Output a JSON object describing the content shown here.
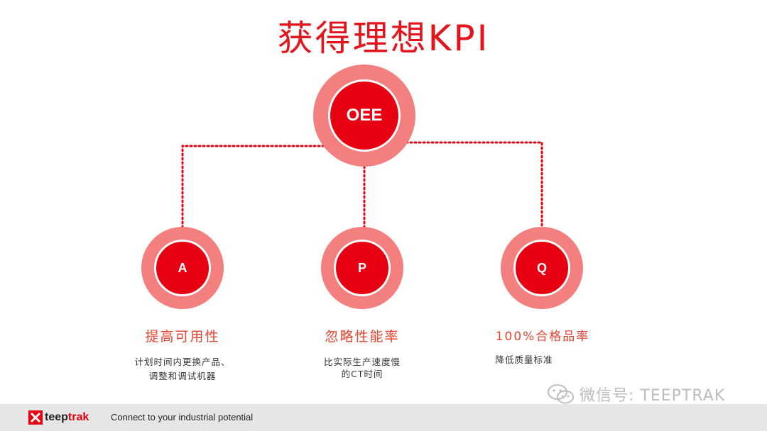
{
  "title": "获得理想KPI",
  "root": {
    "label": "OEE"
  },
  "branches": [
    {
      "letter": "A",
      "heading": "提高可用性",
      "desc_line1": "计划时间内更换产品、",
      "desc_line2": "调整和调试机器"
    },
    {
      "letter": "P",
      "heading": "忽略性能率",
      "desc_line1": "比实际生产速度慢",
      "desc_line2": "的CT时间"
    },
    {
      "letter": "Q",
      "heading": "100%合格品率",
      "desc_line1": "降低质量标准",
      "desc_line2": ""
    }
  ],
  "footer": {
    "logo_text_dark": "teep",
    "logo_text_red": "trak",
    "tagline": "Connect to your industrial potential"
  },
  "watermark": {
    "text": "微信号: TEEPTRAK"
  },
  "colors": {
    "accent": "#e60012",
    "ring": "#f47f7f",
    "title": "#e3141b",
    "footer_bg": "#e6e6e6"
  }
}
